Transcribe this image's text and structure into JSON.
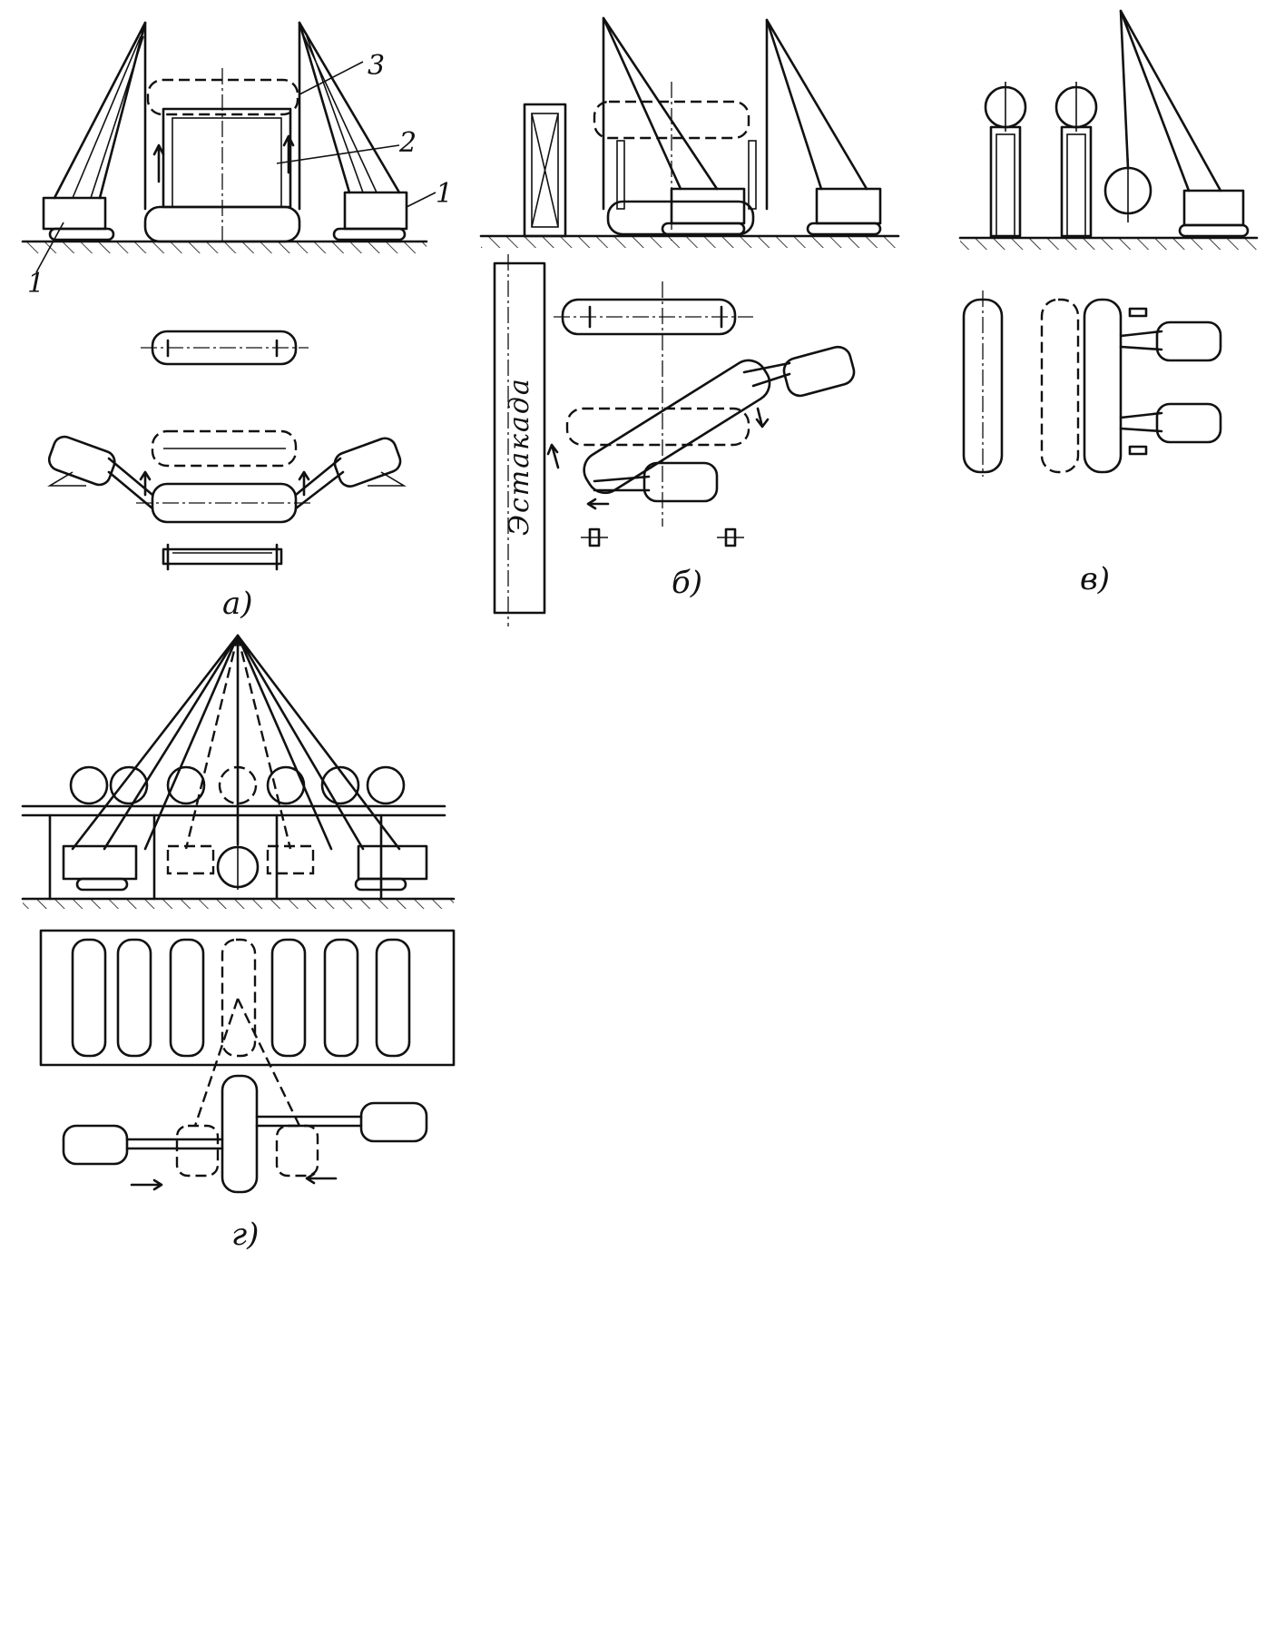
{
  "labels": {
    "panel_a": "а)",
    "panel_b": "б)",
    "panel_v": "в)",
    "panel_g": "г)",
    "num_1_left": "1",
    "num_1_right": "1",
    "num_2": "2",
    "num_3": "3",
    "estakada": "Эстакада"
  }
}
